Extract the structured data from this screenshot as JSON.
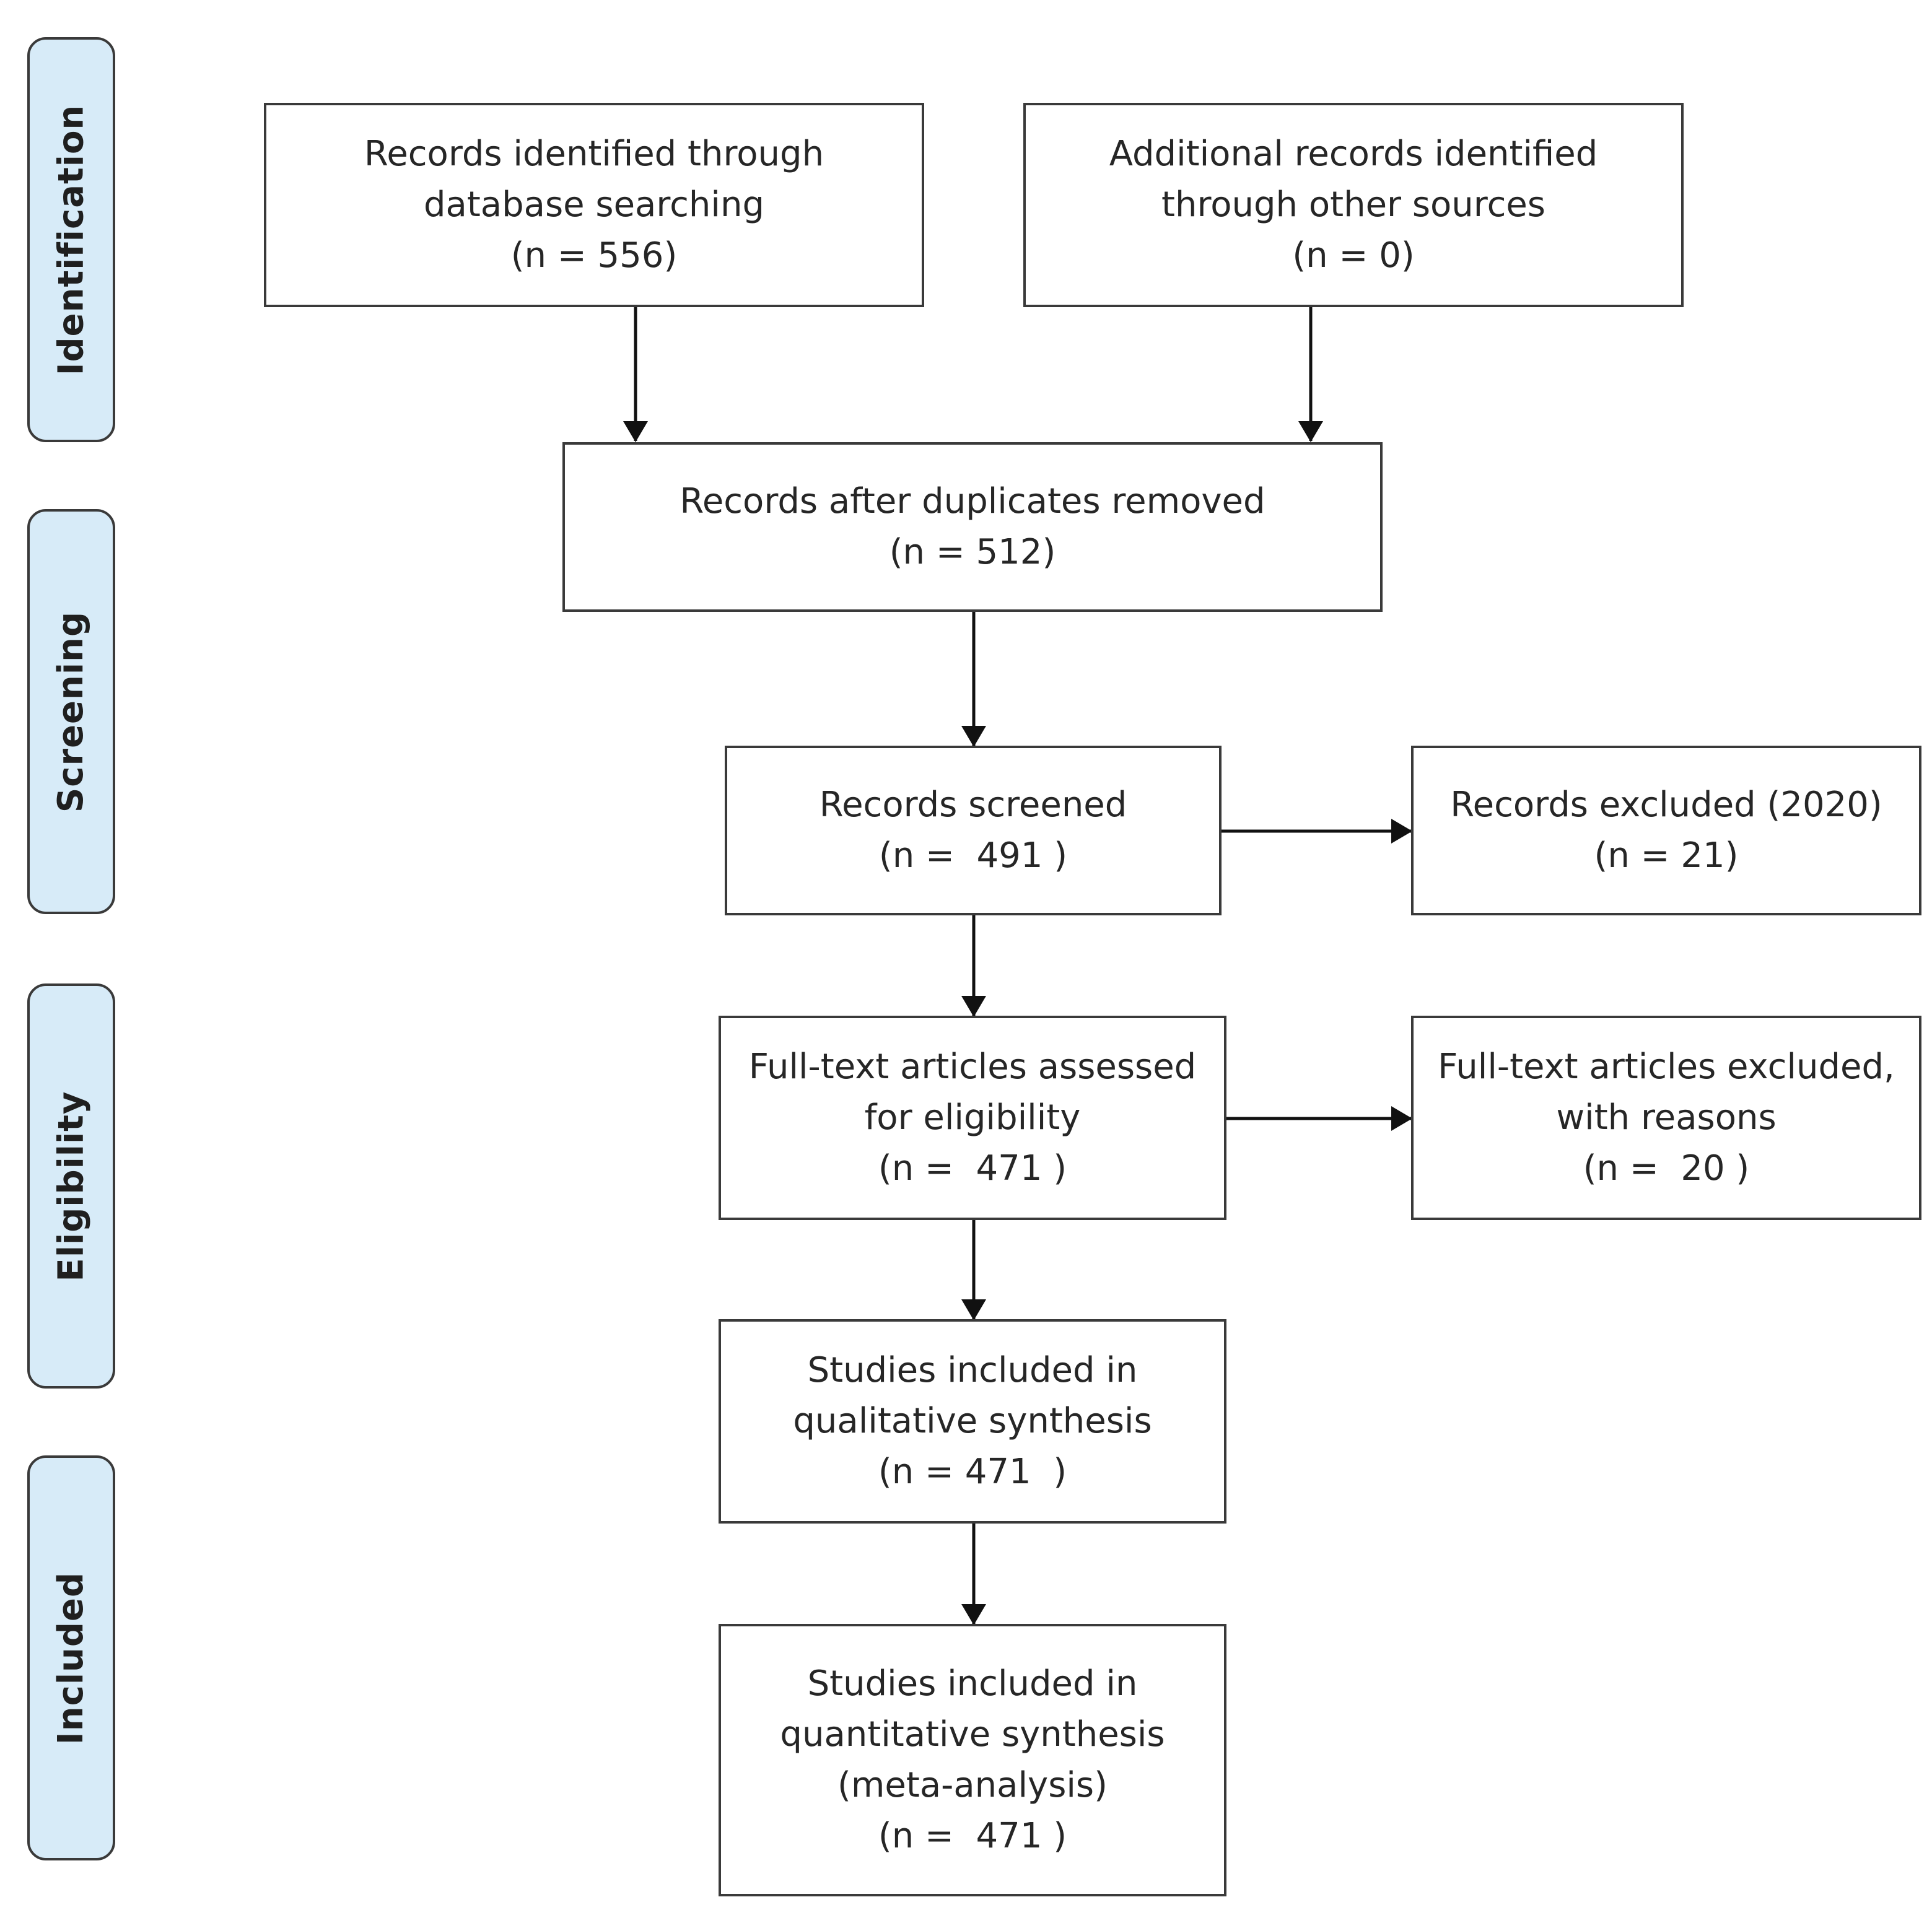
{
  "phases": [
    {
      "id": "identification",
      "label": "Identification"
    },
    {
      "id": "screening",
      "label": "Screening"
    },
    {
      "id": "eligibility",
      "label": "Eligibility"
    },
    {
      "id": "included",
      "label": "Included"
    }
  ],
  "boxes": {
    "database_search": {
      "line1": "Records identified through",
      "line2": "database searching",
      "line3": "(n = 556)"
    },
    "other_sources": {
      "line1": "Additional records identified",
      "line2": "through other sources",
      "line3": "(n = 0)"
    },
    "after_duplicates": {
      "line1": "Records after duplicates removed",
      "line2": "(n = 512)"
    },
    "screened": {
      "line1": "Records screened",
      "line2": "(n =  491 )"
    },
    "excluded": {
      "line1": "Records excluded (2020)",
      "line2": "(n = 21)"
    },
    "fulltext_assessed": {
      "line1": "Full-text articles assessed",
      "line2": "for eligibility",
      "line3": "(n =  471 )"
    },
    "fulltext_excluded": {
      "line1": "Full-text articles excluded,",
      "line2": "with reasons",
      "line3": "(n =  20 )"
    },
    "qualitative": {
      "line1": "Studies included in",
      "line2": "qualitative synthesis",
      "line3": "(n = 471  )"
    },
    "quantitative": {
      "line1": "Studies included in",
      "line2": "quantitative synthesis",
      "line3": "(meta-analysis)",
      "line4": "(n =  471 )"
    }
  }
}
